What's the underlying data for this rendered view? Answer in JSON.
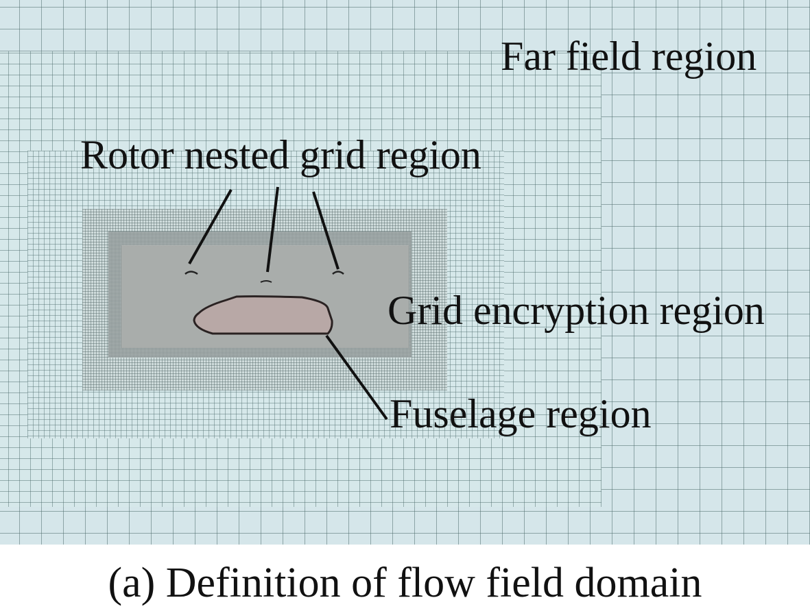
{
  "labels": {
    "far_field": "Far field region",
    "rotor_nested": "Rotor nested grid region",
    "grid_encryption": "Grid encryption region",
    "fuselage": "Fuselage region"
  },
  "caption": "(a) Definition of flow field domain",
  "colors": {
    "background": "#d5e6ea",
    "refined_core": "#a9adab",
    "fuselage": "#b8a8a6",
    "text": "#111111"
  }
}
